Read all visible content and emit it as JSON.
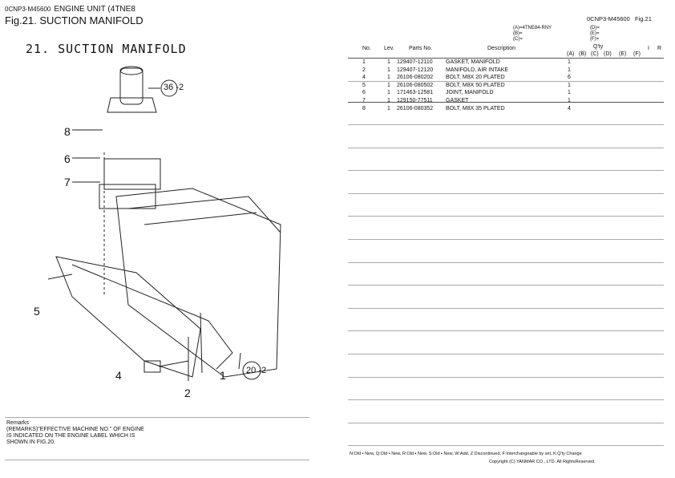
{
  "header": {
    "code": "0CNP3-M45600",
    "unit": "ENGINE UNIT (4TNE8",
    "fig_title": "Fig.21.  SUCTION MANIFOLD",
    "right_code": "0CNP3-M45600",
    "right_fig": "Fig.21"
  },
  "diagram": {
    "title": "21. SUCTION MANIFOLD",
    "callouts": [
      "36",
      "-2",
      "8",
      "6",
      "7",
      "5",
      "4",
      "2",
      "1",
      "20",
      "-2"
    ]
  },
  "models": {
    "A": "(A)=4TNE84-RNY",
    "B": "(B)=",
    "C": "(C)=",
    "D": "(D)=",
    "E": "(E)=",
    "F": "(F)="
  },
  "columns": {
    "no": "No.",
    "lev": "Lev.",
    "parts": "Parts No.",
    "desc": "Description",
    "qty": "Q'ty",
    "a": "(A)",
    "b": "(B)",
    "c": "(C)",
    "d": "(D)",
    "e": "(E)",
    "f": "(F)",
    "i": "I",
    "r": "R"
  },
  "rows": [
    {
      "no": "1",
      "lev": "1",
      "part": "129407-12110",
      "desc": "GASKET, MANIFOLD",
      "a": "1"
    },
    {
      "no": "2",
      "lev": "1",
      "part": "129407-12120",
      "desc": "MANIFOLD, AIR INTAKE",
      "a": "1"
    },
    {
      "no": "4",
      "lev": "1",
      "part": "26106-080202",
      "desc": "BOLT, M8X 20 PLATED",
      "a": "6"
    },
    {
      "no": "5",
      "lev": "1",
      "part": "26106-080502",
      "desc": "BOLT, M8X 50 PLATED",
      "a": "1"
    },
    {
      "no": "6",
      "lev": "1",
      "part": "171463-12581",
      "desc": "JOINT, MANIFOLD",
      "a": "1"
    },
    {
      "no": "7",
      "lev": "1",
      "part": "129150-77511",
      "desc": "GASKET",
      "a": "1"
    },
    {
      "no": "8",
      "lev": "1",
      "part": "26106-080352",
      "desc": "BOLT, M8X 35 PLATED",
      "a": "4"
    }
  ],
  "remarks": {
    "title": "Remarks",
    "text": "(REMARKS)\"EFFECTIVE MACHINE NO.\" OF ENGINE IS INDICATED ON THE ENGINE LABEL WHICH IS SHOWN IN FIG.20."
  },
  "footer": {
    "legend": "N:Old ▪ New, Q:Old ▪ New, R:Old ▪ New, S:Old ▪ New, W:Add, Z:Discontinued, F:Interchangeable by set, K:Q'ty Change",
    "copyright": "Copyright (C)  YANMAR CO., LTD. All RightsReserved."
  }
}
